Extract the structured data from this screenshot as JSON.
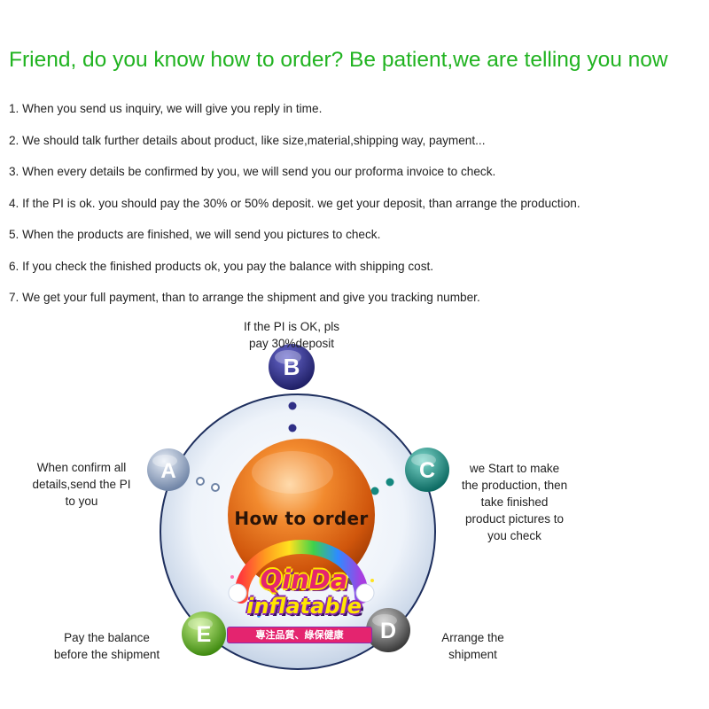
{
  "headline": "Friend, do you know how to order? Be patient,we are telling you now",
  "steps": [
    "1. When you send us inquiry, we will give you reply in time.",
    "2. We should talk further details about product, like size,material,shipping way, payment...",
    "3. When every details be confirmed by you, we will send you our proforma invoice to check.",
    "4. If the PI is ok. you should pay the 30% or 50% deposit. we get your deposit, than arrange the production.",
    "5. When the products are finished, we will send you pictures to check.",
    "6. If you check the finished products ok, you pay the balance with shipping cost.",
    "7. We get your full payment, than to arrange the shipment and give you tracking number."
  ],
  "diagram": {
    "center": "How to order",
    "nodes": {
      "a": {
        "letter": "A",
        "label": [
          "When confirm all",
          "details,send the PI",
          "to you"
        ],
        "color": "#8ea3c4"
      },
      "b": {
        "letter": "B",
        "label": [
          "If the PI is OK, pls",
          "pay 30%deposit"
        ],
        "color": "#2f2f86"
      },
      "c": {
        "letter": "C",
        "label": [
          "we Start to make",
          "the production, then",
          "take finished",
          "product pictures to",
          "you check"
        ],
        "color": "#15887f"
      },
      "d": {
        "letter": "D",
        "label": [
          "Arrange the",
          "shipment"
        ],
        "color": "#5a5a5a"
      },
      "e": {
        "letter": "E",
        "label": [
          "Pay the balance",
          "before the shipment"
        ],
        "color": "#5aa51e"
      }
    }
  },
  "logo": {
    "top": "QinDa",
    "bottom": "inflatable",
    "banner": "專注品質、綠保健康"
  }
}
